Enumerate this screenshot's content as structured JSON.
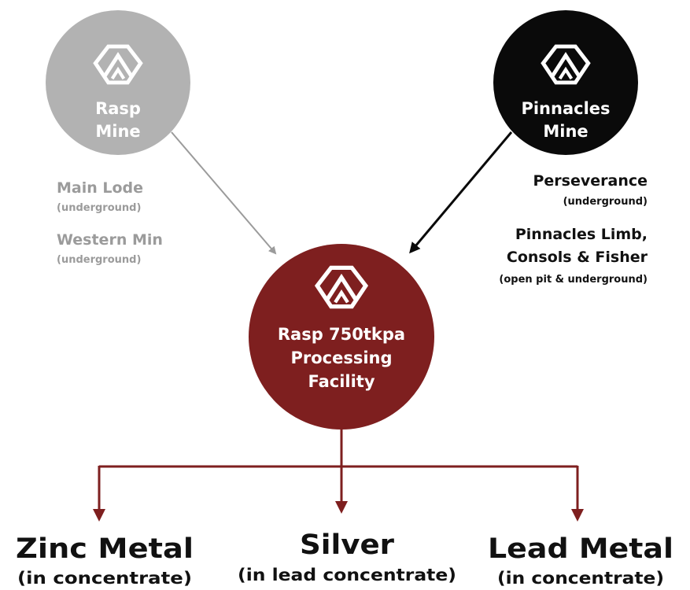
{
  "colors": {
    "rasp_mine": "#b2b2b2",
    "pinnacles_mine": "#0a0a0a",
    "facility": "#7e1f1f",
    "rasp_arrow": "#9b9b9b",
    "pinnacles_arrow": "#0a0a0a",
    "output_arrow": "#7e1f1f",
    "logo": "#ffffff"
  },
  "icons": {
    "logo": "hexagon-chevron-logo-icon"
  },
  "nodes": {
    "rasp_mine": {
      "line1": "Rasp",
      "line2": "Mine"
    },
    "pinnacles_mine": {
      "line1": "Pinnacles",
      "line2": "Mine"
    },
    "facility": {
      "line1": "Rasp 750tkpa",
      "line2": "Processing",
      "line3": "Facility"
    }
  },
  "rasp_sources": [
    {
      "name": "Main Lode",
      "note": "(underground)"
    },
    {
      "name": "Western Min",
      "note": "(underground)"
    }
  ],
  "pinnacles_sources": [
    {
      "name": "Perseverance",
      "note": "(underground)"
    },
    {
      "name_line1": "Pinnacles Limb,",
      "name_line2": "Consols & Fisher",
      "note": "(open pit & underground)"
    }
  ],
  "outputs": [
    {
      "name": "Zinc Metal",
      "note": "(in concentrate)"
    },
    {
      "name": "Silver",
      "note": "(in lead concentrate)"
    },
    {
      "name": "Lead Metal",
      "note": "(in concentrate)"
    }
  ]
}
